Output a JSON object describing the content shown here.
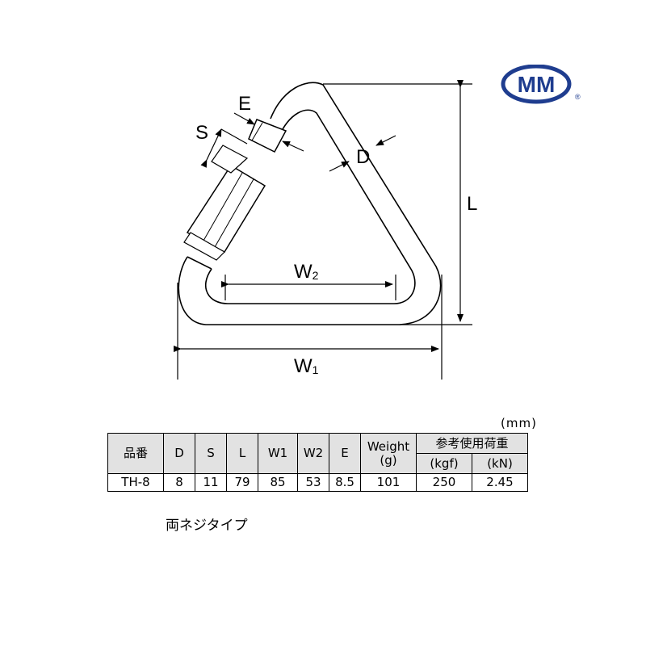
{
  "brand": {
    "logo_text": "MM",
    "registered_mark": "®",
    "color": "#1f3d8f"
  },
  "drawing": {
    "labels": {
      "E": "E",
      "S": "S",
      "D": "D",
      "L": "L",
      "W2": "W",
      "W2_sub": "2",
      "W1": "W",
      "W1_sub": "1"
    }
  },
  "table": {
    "unit_note": "(mm)",
    "headers": {
      "part_no": "品番",
      "D": "D",
      "S": "S",
      "L": "L",
      "W1": "W1",
      "W2": "W2",
      "E": "E",
      "weight": "Weight",
      "weight_unit": "(g)",
      "load": "参考使用荷重",
      "load_kgf": "(kgf)",
      "load_kn": "(kN)"
    },
    "rows": [
      {
        "part_no": "TH-8",
        "D": "8",
        "S": "11",
        "L": "79",
        "W1": "85",
        "W2": "53",
        "E": "8.5",
        "weight": "101",
        "kgf": "250",
        "kn": "2.45"
      }
    ]
  },
  "type_note": "両ネジタイプ"
}
